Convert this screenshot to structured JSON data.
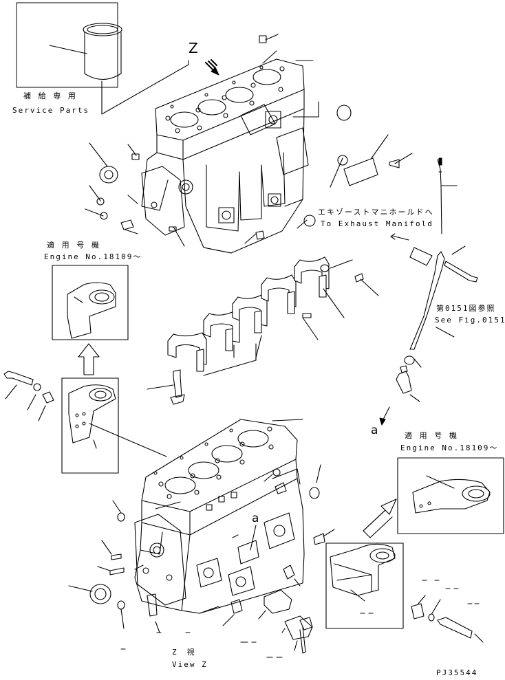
{
  "service_parts": {
    "jp": "補 給 専 用",
    "en": "Service Parts"
  },
  "view_letter": "Z",
  "engine_no_top": {
    "jp": "適 用 号 機",
    "en": "Engine No.18109～"
  },
  "engine_no_right": {
    "jp": "適 用 号 機",
    "en": "Engine No.18109～"
  },
  "exhaust": {
    "jp": "エキゾーストマニホールドへ",
    "en": "To Exhaust Manifold"
  },
  "see_fig": {
    "jp": "第0151図参照",
    "en": "See Fig.0151"
  },
  "ref_a_1": "a",
  "ref_a_2": "a",
  "view_z": {
    "jp": "Z　視",
    "en": "View Z"
  },
  "drawing_code": "PJ35544"
}
